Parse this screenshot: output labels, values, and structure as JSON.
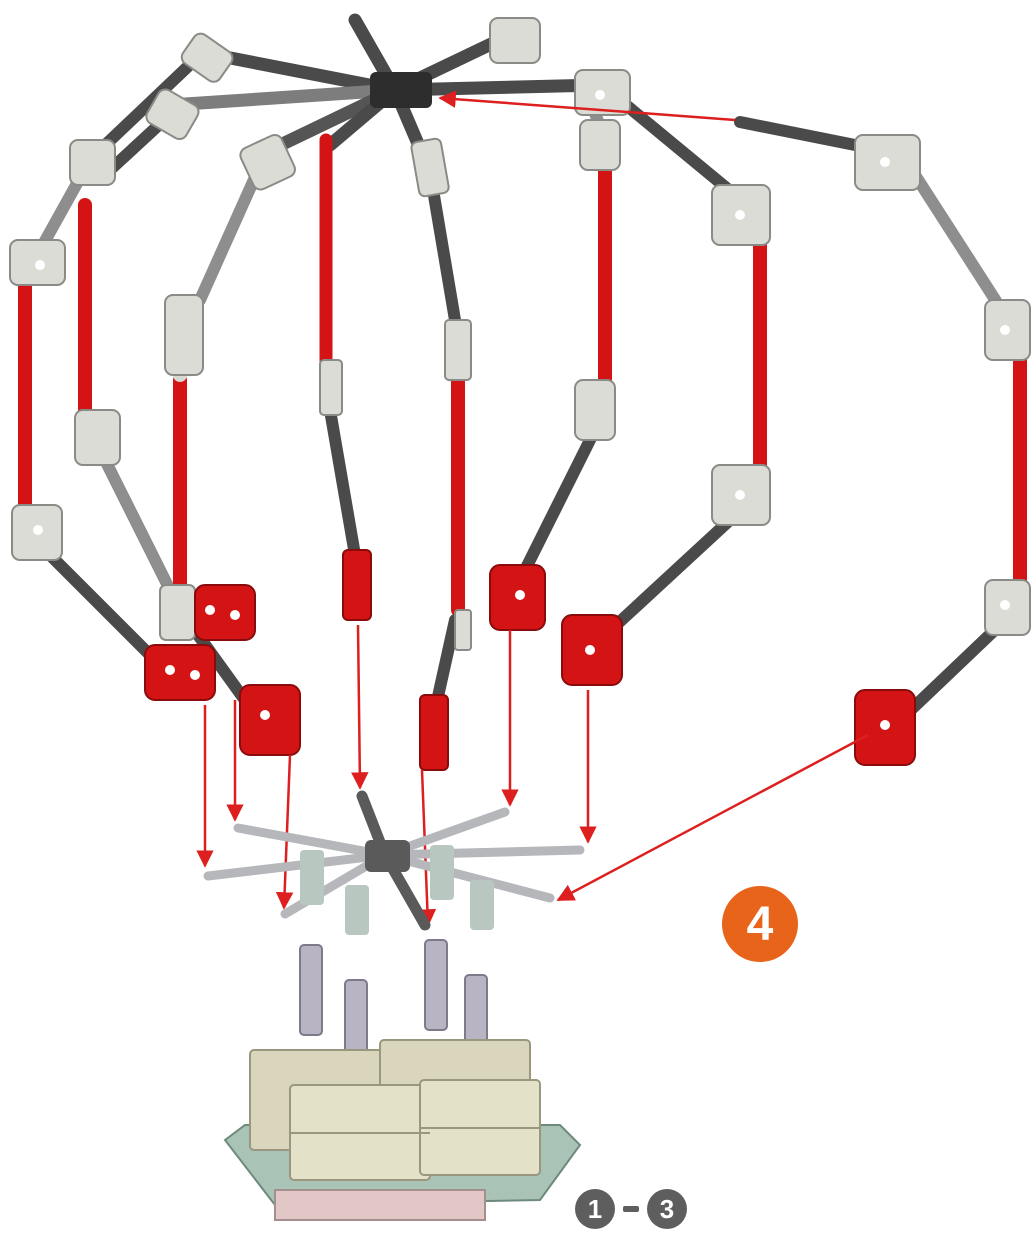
{
  "step": {
    "number": "4",
    "badge_color": "#e8641b"
  },
  "reference": {
    "from": "1",
    "separator": "-",
    "to": "3"
  },
  "colors": {
    "red_rod": "#d41414",
    "dark_rod": "#4a4a4a",
    "grey_rod": "#8e8e8e",
    "connector_light": "#dcdcd6",
    "connector_red": "#d41414",
    "arrow": "#dd1f1f",
    "brick": "#d9d6bd",
    "base_plate": "#a9c3b6",
    "beam": "#b9b4c4"
  }
}
